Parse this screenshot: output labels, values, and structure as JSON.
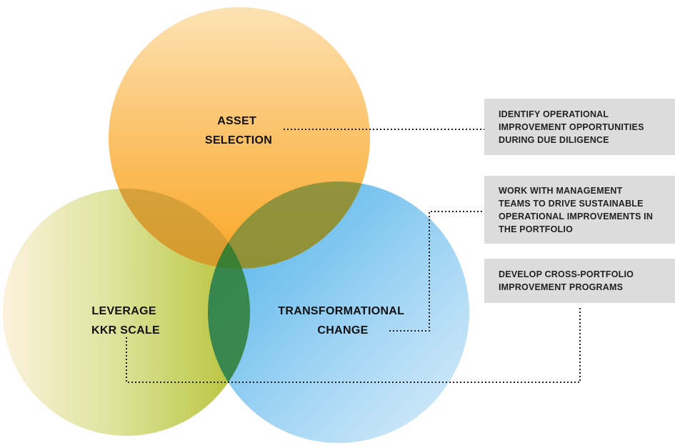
{
  "circles": {
    "asset_selection": {
      "lines": [
        "ASSET",
        "SELECTION"
      ]
    },
    "leverage": {
      "lines": [
        "LEVERAGE",
        "KKR SCALE"
      ]
    },
    "transformational": {
      "lines": [
        "TRANSFORMATIONAL",
        "CHANGE"
      ]
    }
  },
  "callouts": {
    "identify": {
      "lines": [
        "IDENTIFY OPERATIONAL",
        "IMPROVEMENT OPPORTUNITIES",
        "DURING DUE DILIGENCE"
      ]
    },
    "work_with": {
      "lines": [
        "WORK WITH MANAGEMENT",
        "TEAMS TO DRIVE SUSTAINABLE",
        "OPERATIONAL IMPROVEMENTS IN",
        "THE PORTFOLIO"
      ]
    },
    "develop": {
      "lines": [
        "DEVELOP CROSS-PORTFOLIO",
        "IMPROVEMENT PROGRAMS"
      ]
    }
  },
  "colors": {
    "asset_selection": "#f9a825",
    "leverage": "#b5c132",
    "transformational": "#5bb8ec",
    "overlap_center": "#2e7d32",
    "callout_bg": "#dcdcdc",
    "connector": "#222222"
  }
}
